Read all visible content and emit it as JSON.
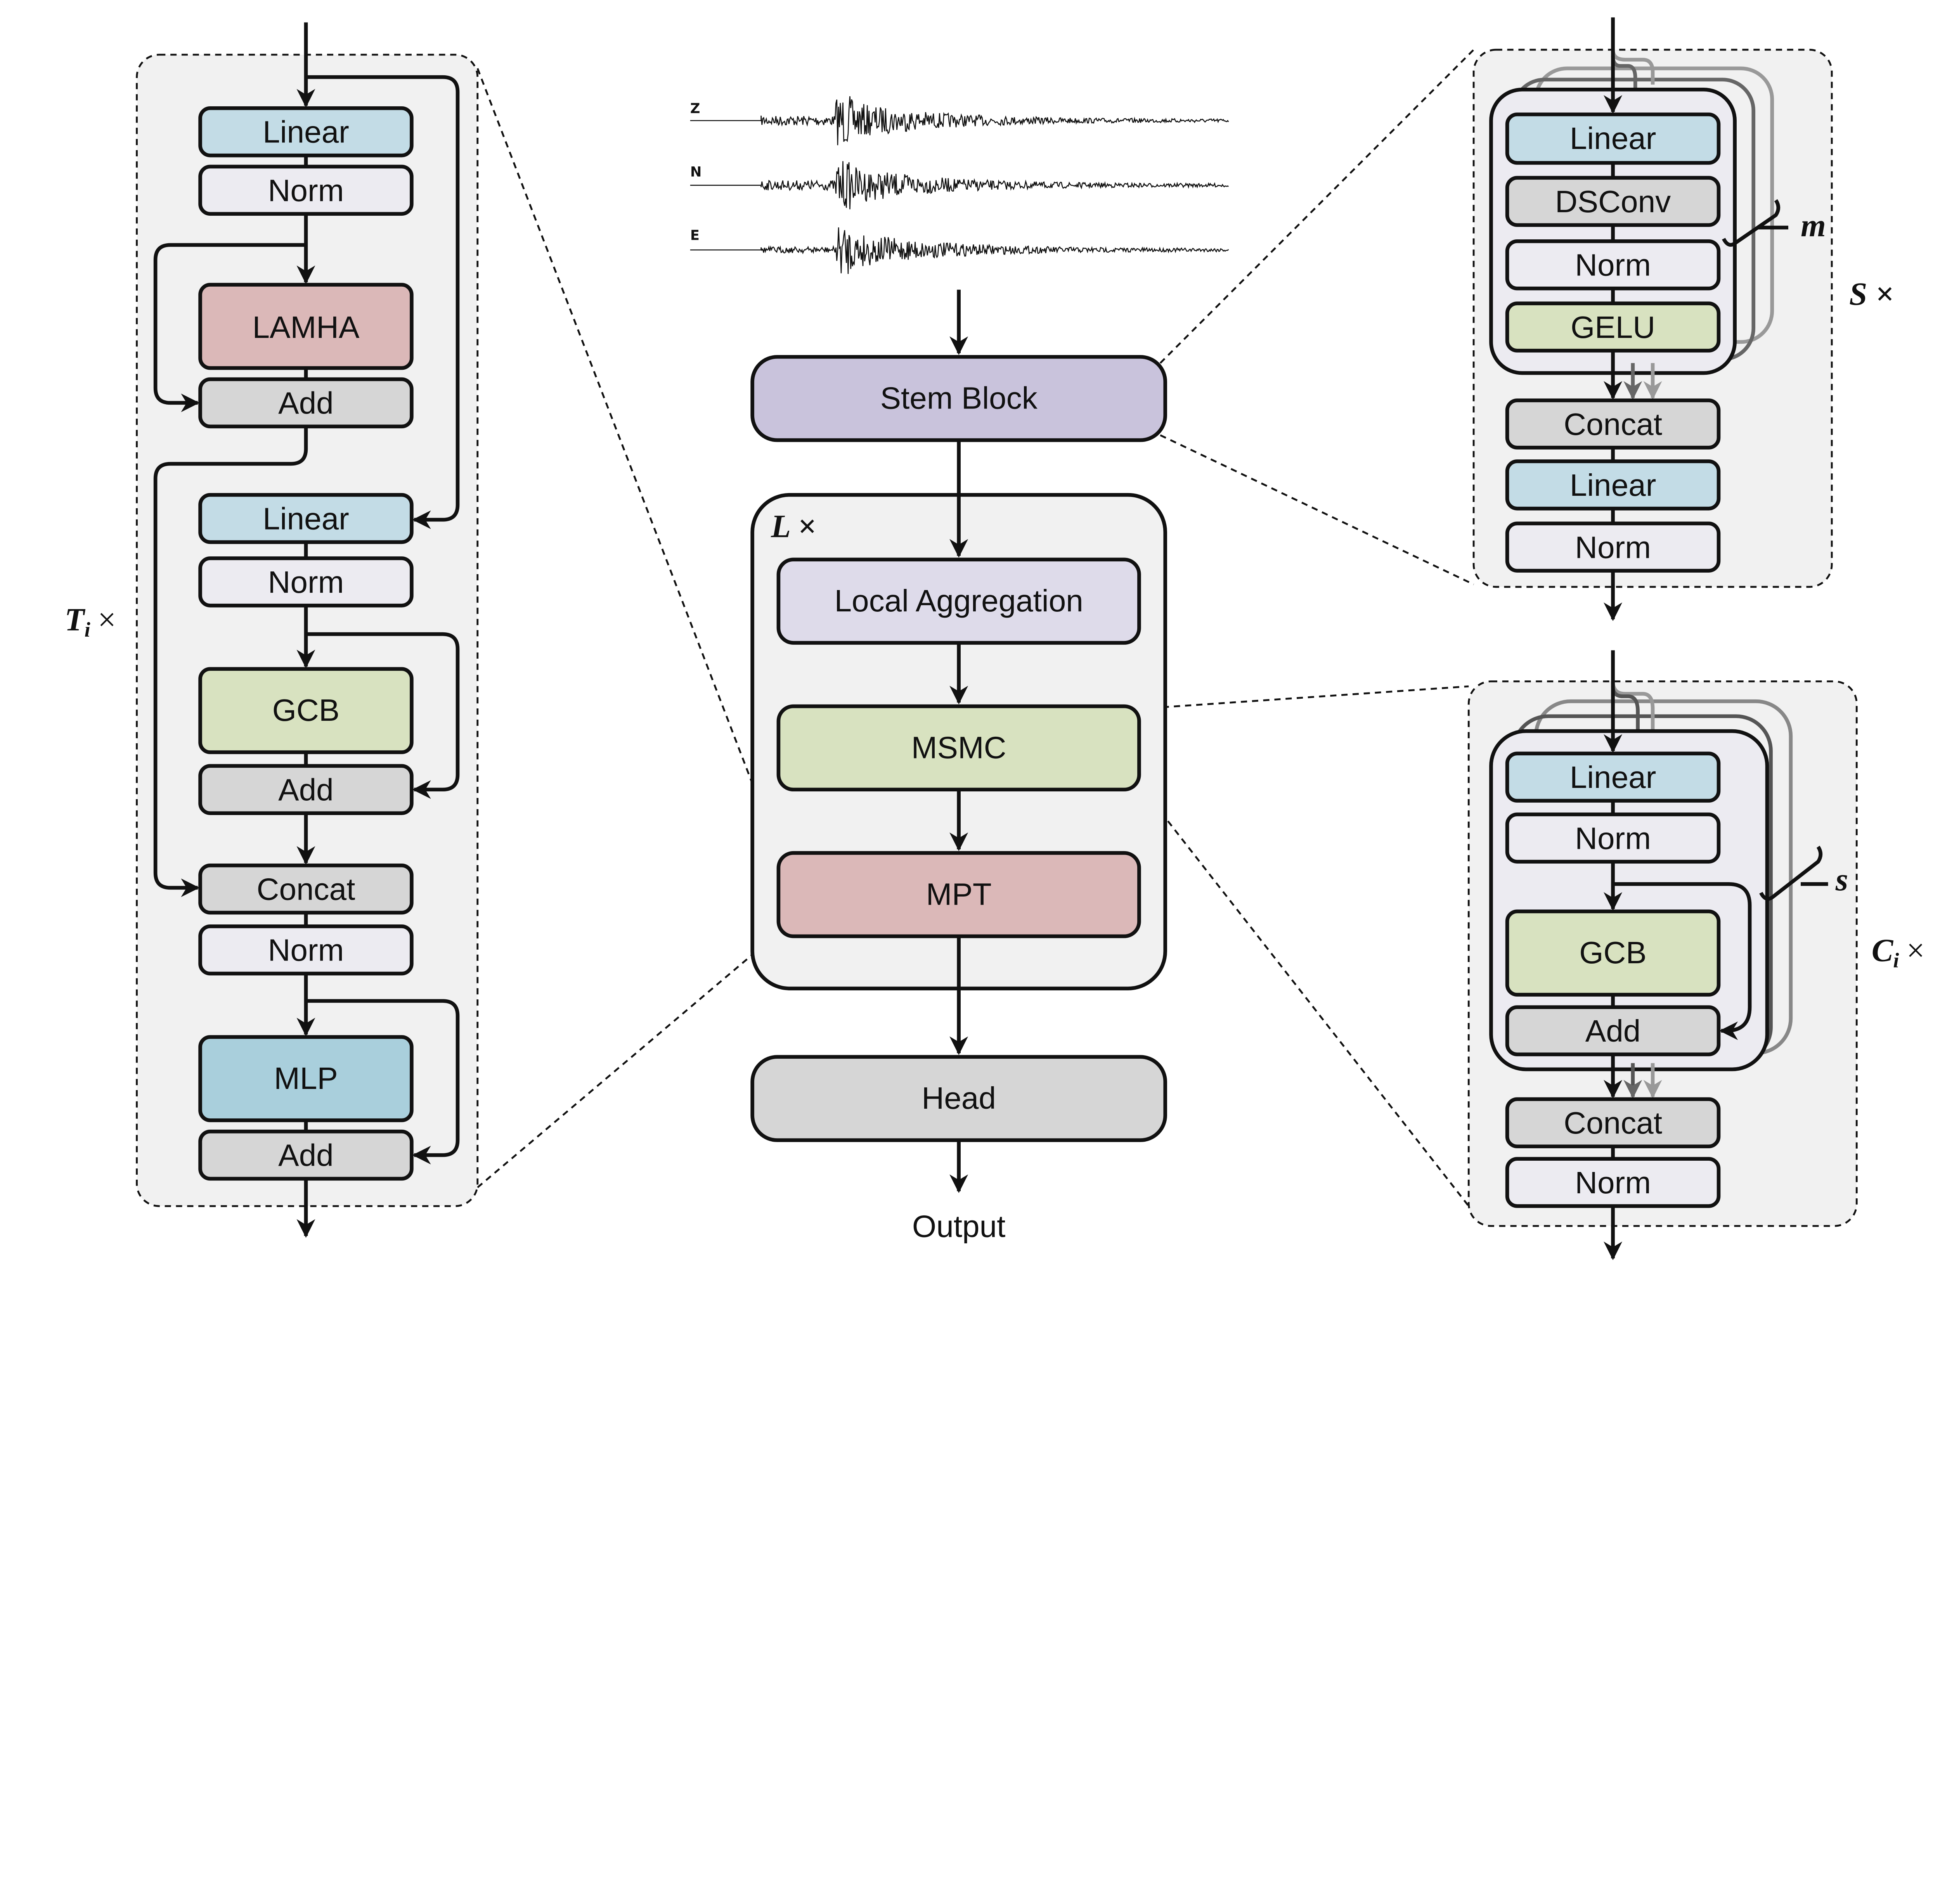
{
  "colors": {
    "linear": "#c3dce6",
    "norm": "#ecebf1",
    "attention": "#dbb8b8",
    "add": "#d6d6d6",
    "gcb": "#d8e2c0",
    "mlp": "#a9cfdc",
    "stem": "#c9c3dc",
    "local_agg": "#dedbea",
    "panel": "#f1f1f1"
  },
  "center": {
    "channels": [
      "Z",
      "N",
      "E"
    ],
    "stem": "Stem Block",
    "repeat": "L ×",
    "local_aggregation": "Local Aggregation",
    "msmc": "MSMC",
    "mpt": "MPT",
    "head": "Head",
    "output": "Output"
  },
  "left": {
    "repeat": "T",
    "repeat_sub": "i",
    "repeat_x": "×",
    "blocks": [
      "Linear",
      "Norm",
      "LAMHA",
      "Add",
      "Linear",
      "Norm",
      "GCB",
      "Add",
      "Concat",
      "Norm",
      "MLP",
      "Add"
    ]
  },
  "stem_detail": {
    "repeat": "S ×",
    "branch": "m",
    "blocks": [
      "Linear",
      "DSConv",
      "Norm",
      "GELU",
      "Concat",
      "Linear",
      "Norm"
    ]
  },
  "msmc_detail": {
    "repeat": "C",
    "repeat_sub": "i",
    "repeat_x": "×",
    "branch": "s",
    "blocks": [
      "Linear",
      "Norm",
      "GCB",
      "Add",
      "Concat",
      "Norm"
    ]
  }
}
